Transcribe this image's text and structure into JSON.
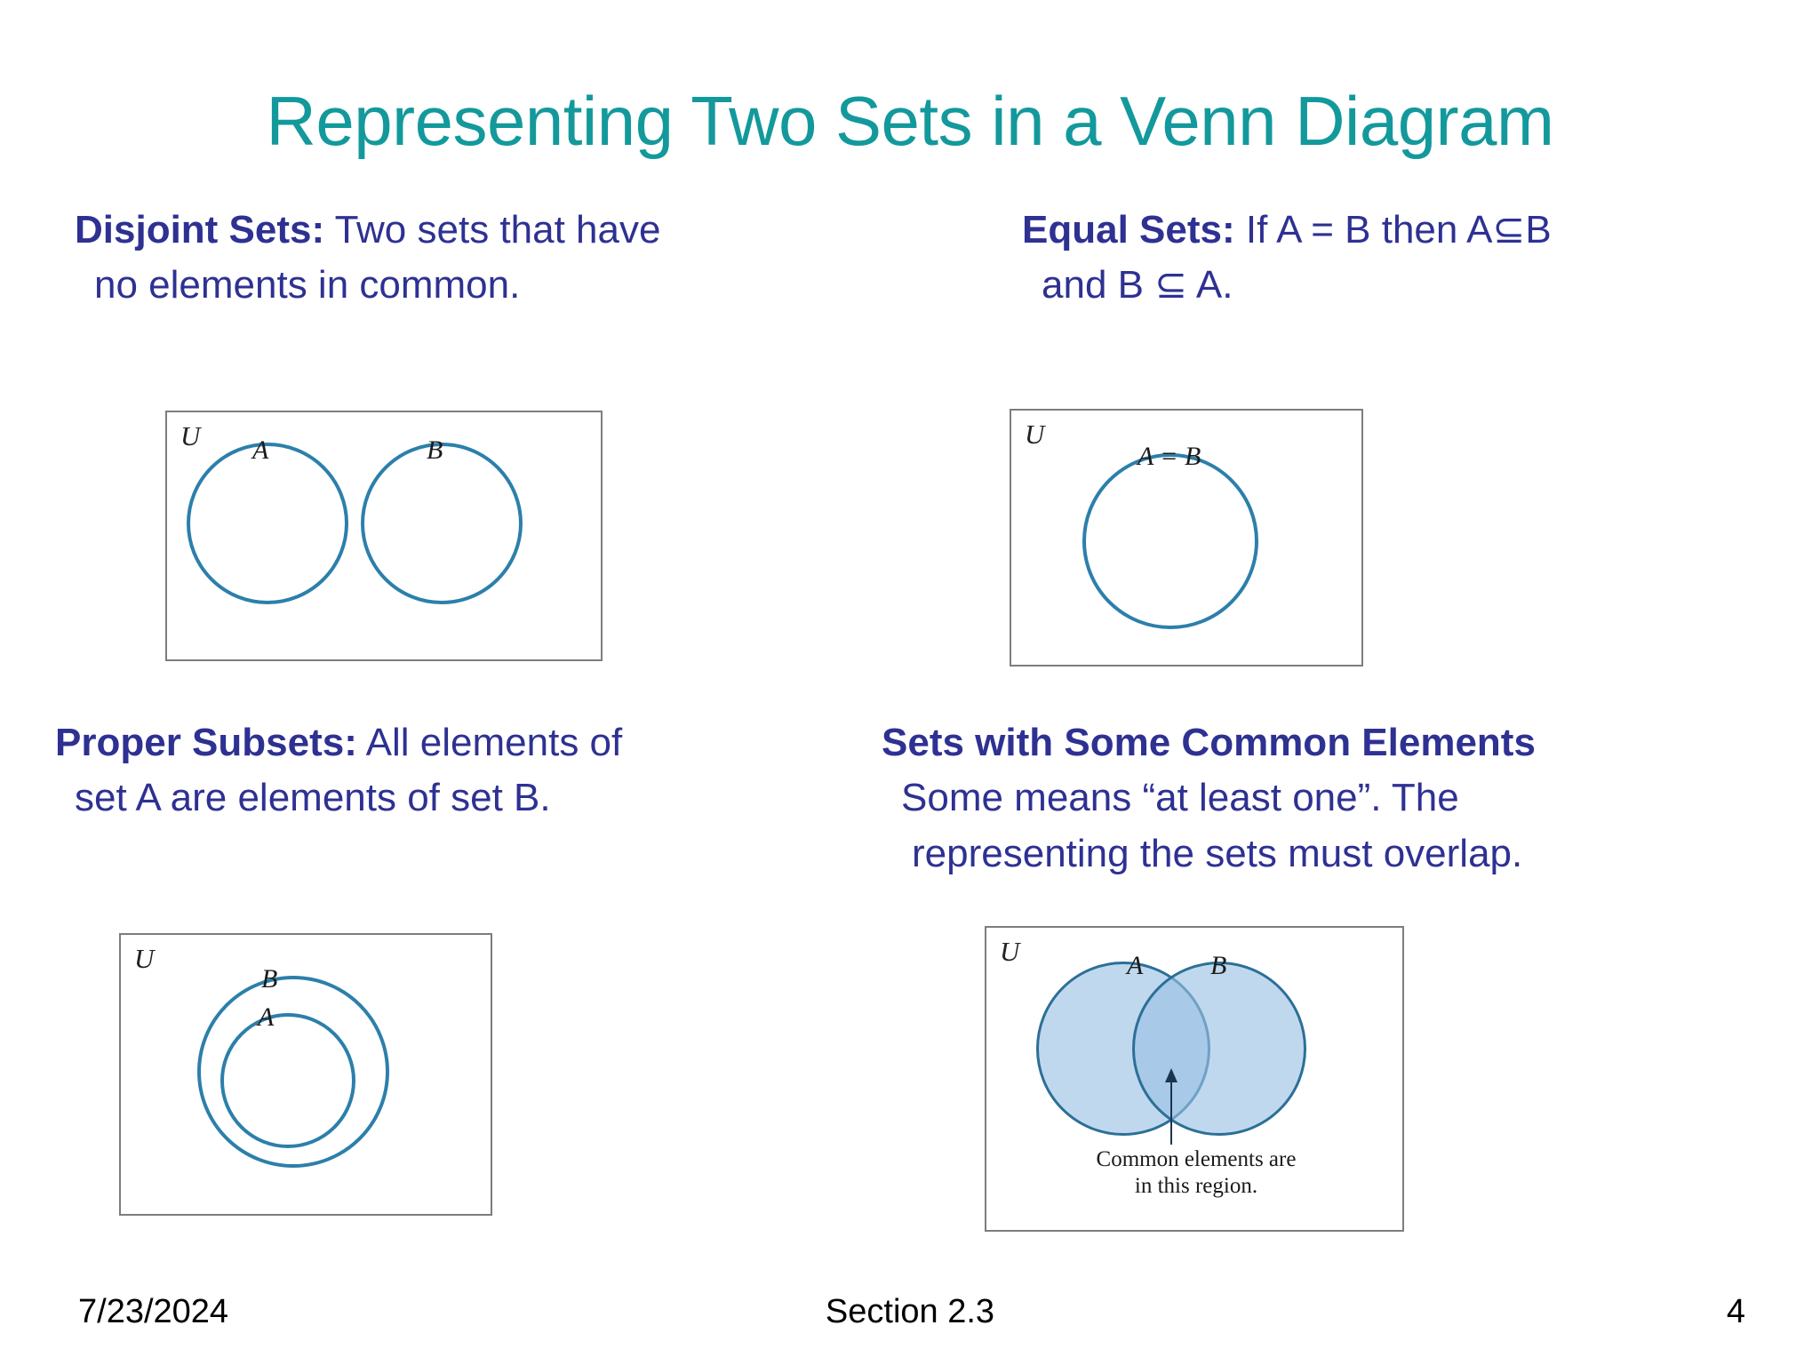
{
  "slide": {
    "title": "Representing Two Sets in a Venn Diagram",
    "title_color": "#13999c",
    "body_color": "#2e3192",
    "background": "#ffffff"
  },
  "blocks": {
    "disjoint": {
      "heading": "Disjoint Sets:",
      "line1_rest": "  Two sets that have",
      "line2": "no elements in common."
    },
    "equal": {
      "heading": "Equal Sets:",
      "line1_rest": "  If A = B then A⊆B",
      "line2": "and B ⊆ A."
    },
    "proper": {
      "heading": "Proper Subsets:",
      "line1_rest": " All elements of",
      "line2": "set A are elements of set B."
    },
    "common": {
      "heading": "Sets with Some Common Elements",
      "line2": "Some means “at least one”.  The",
      "line3": "representing the sets must overlap."
    }
  },
  "figures": {
    "disjoint": {
      "universe_label": "U",
      "label_a": "A",
      "label_b": "B",
      "circle_color": "#2c7fab",
      "frame_color": "#7d7d7d"
    },
    "equal": {
      "universe_label": "U",
      "label_ab": "A = B",
      "circle_color": "#2c7fab",
      "frame_color": "#7d7d7d"
    },
    "proper": {
      "universe_label": "U",
      "label_outer": "B",
      "label_inner": "A",
      "circle_color": "#2c7fab",
      "frame_color": "#7d7d7d"
    },
    "common": {
      "universe_label": "U",
      "label_a": "A",
      "label_b": "B",
      "caption_line1": "Common elements are",
      "caption_line2": "in this region.",
      "fill_color": "#9ac0e4",
      "circle_color": "#2c6f97",
      "frame_color": "#7d7d7d"
    }
  },
  "footer": {
    "date": "7/23/2024",
    "section": "Section 2.3",
    "page": "4"
  }
}
